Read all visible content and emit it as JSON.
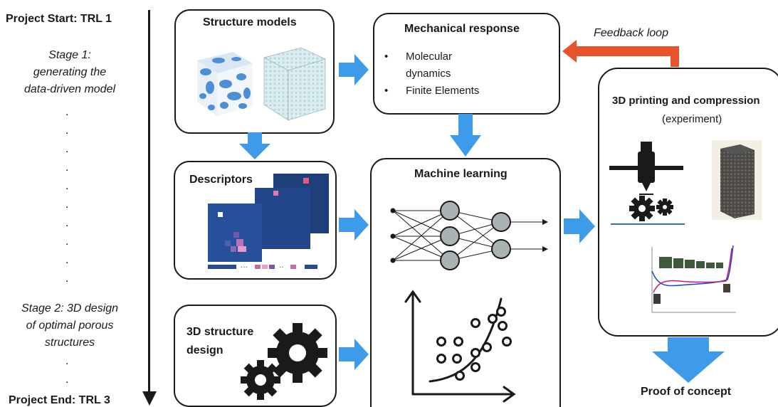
{
  "timeline": {
    "start": "Project Start: TRL 1",
    "stage1": [
      "Stage 1:",
      "generating the",
      "data-driven model"
    ],
    "stage2": [
      "Stage 2: 3D design",
      "of optimal porous",
      "structures"
    ],
    "end": "Project End: TRL 3"
  },
  "boxes": {
    "structure_models": {
      "title": "Structure models"
    },
    "mechanical_response": {
      "title": "Mechanical response",
      "items": [
        "Molecular",
        "dynamics",
        "Finite Elements"
      ]
    },
    "descriptors": {
      "title": "Descriptors"
    },
    "machine_learning": {
      "title": "Machine learning"
    },
    "structure_design": {
      "title_line1": "3D structure",
      "title_line2": "design"
    },
    "printing": {
      "title": "3D printing and compression",
      "subtitle": "(experiment)"
    }
  },
  "feedback_loop": "Feedback loop",
  "proof_of_concept": "Proof of concept",
  "colors": {
    "arrow_blue": "#3d9be9",
    "arrow_orange": "#e8532b",
    "box_border": "#1a1a1a",
    "node_gray": "#a9b3b3"
  },
  "icons": [
    "gear-icon",
    "3d-printer-icon",
    "neural-network-icon",
    "scatter-plot-icon",
    "cube-icon",
    "heatmap-icon"
  ]
}
